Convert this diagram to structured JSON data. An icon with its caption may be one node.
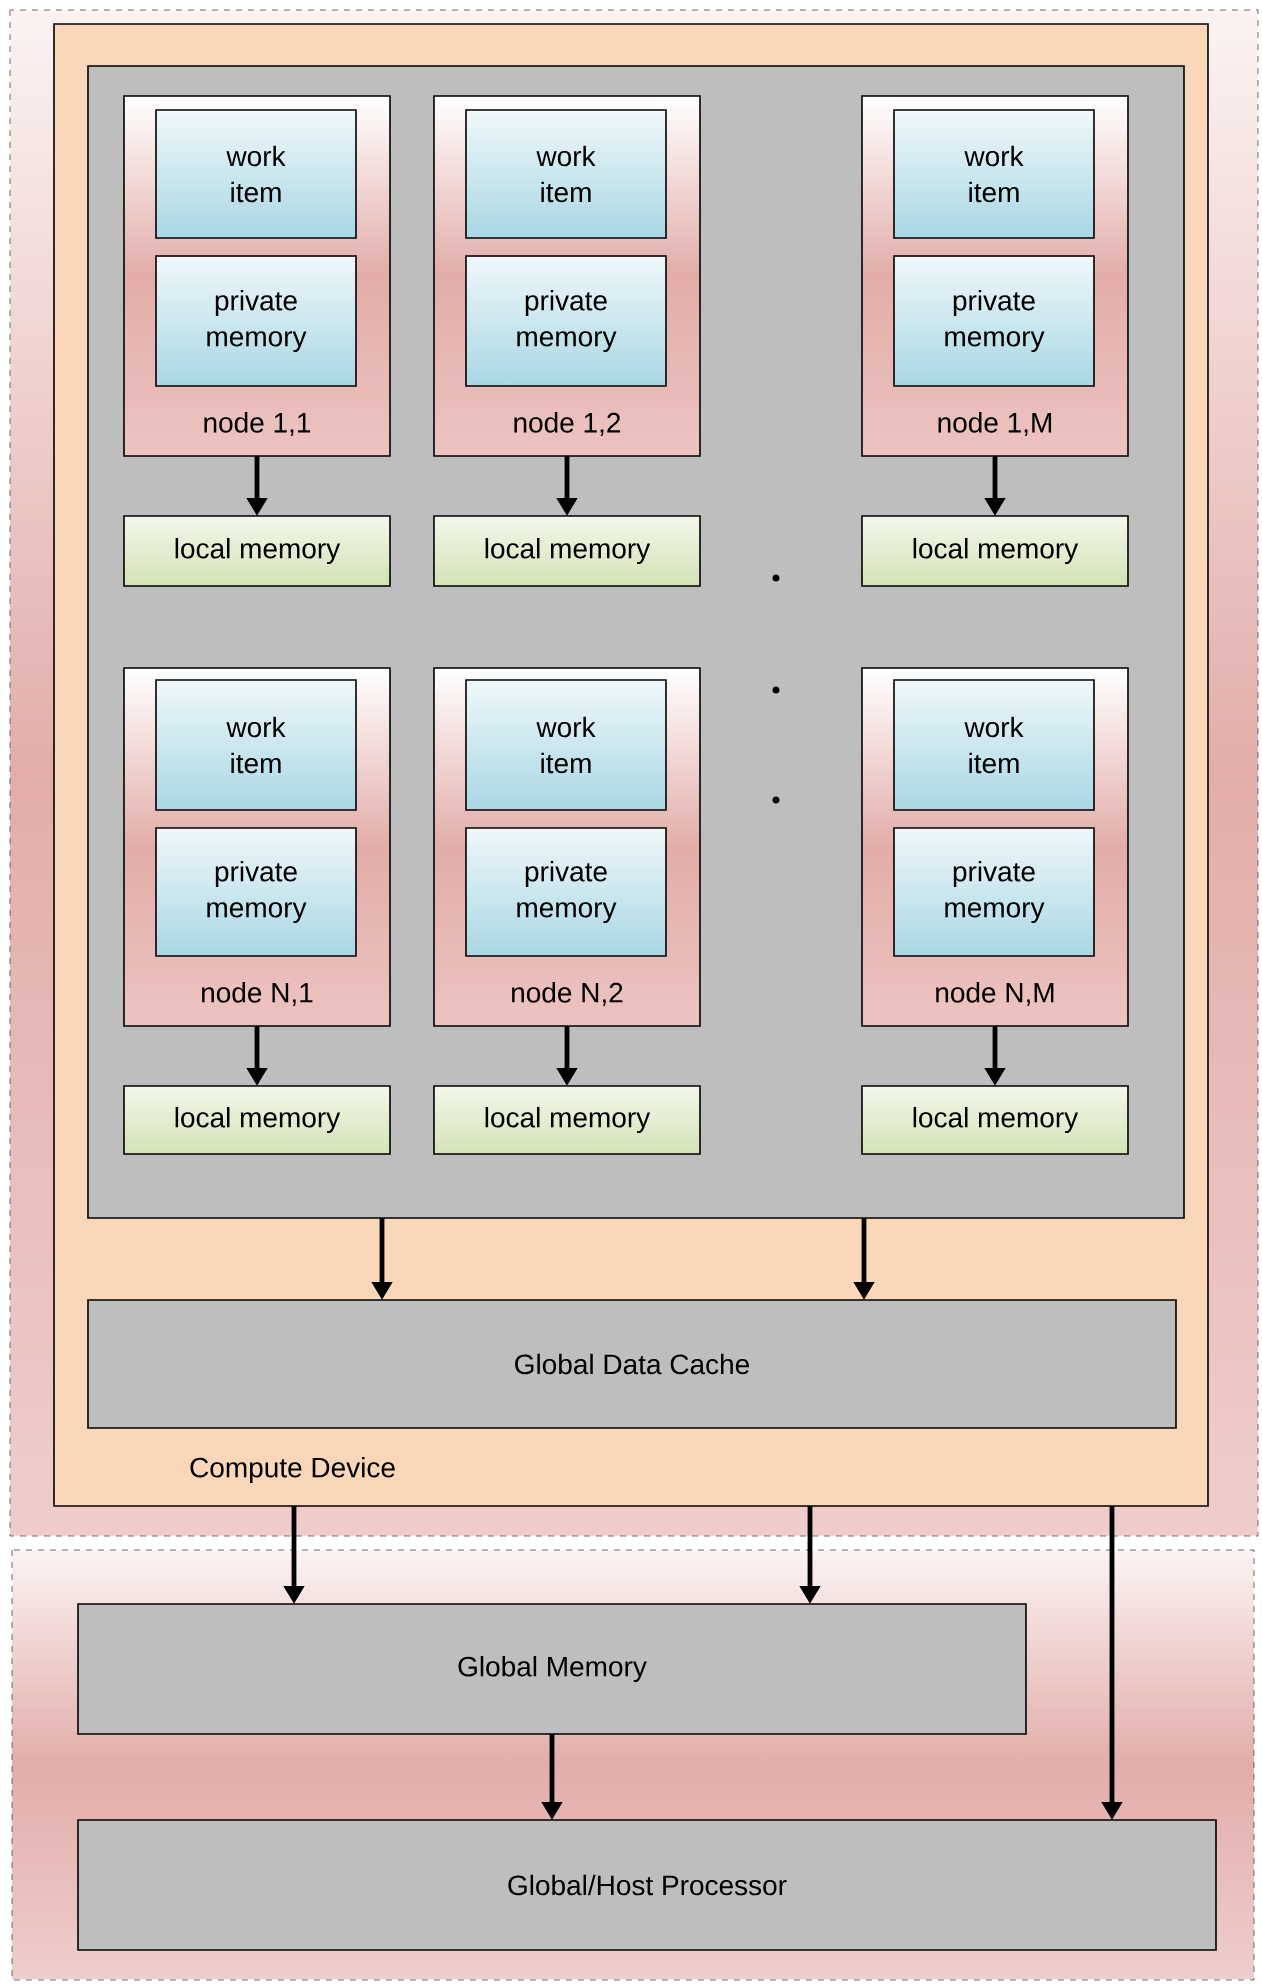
{
  "diagram": {
    "nodes": [
      {
        "text": [
          "Compute Device"
        ]
      },
      {
        "text": [],
        "shape": "box",
        "in": 0
      },
      {
        "text": [
          "node 1,1"
        ],
        "in": 1
      },
      {
        "text": [
          "work item"
        ],
        "in": 2
      },
      {
        "text": [
          "private memory"
        ],
        "in": 2
      },
      {
        "text": [
          "local memory"
        ],
        "in": 1
      },
      {
        "text": [
          "node 1,2"
        ],
        "in": 1
      },
      {
        "text": [
          "work item"
        ],
        "in": 6
      },
      {
        "text": [
          "private memory"
        ],
        "in": 6
      },
      {
        "text": [
          "local memory"
        ],
        "in": 1
      },
      {
        "text": [
          "node 1,M"
        ],
        "in": 1
      },
      {
        "text": [
          "work item"
        ],
        "in": 10
      },
      {
        "text": [
          "private memory"
        ],
        "in": 10
      },
      {
        "text": [
          "local memory"
        ],
        "in": 1
      },
      {
        "text": [
          "node N,1"
        ],
        "in": 1
      },
      {
        "text": [
          "work item"
        ],
        "in": 14
      },
      {
        "text": [
          "private memory"
        ],
        "in": 14
      },
      {
        "text": [
          "local memory"
        ],
        "in": 1
      },
      {
        "text": [
          "node N,2"
        ],
        "in": 1
      },
      {
        "text": [
          "work item"
        ],
        "in": 18
      },
      {
        "text": [
          "private memory"
        ],
        "in": 18
      },
      {
        "text": [
          "local memory"
        ],
        "in": 1
      },
      {
        "text": [
          "node N,M"
        ],
        "in": 1
      },
      {
        "text": [
          "work item"
        ],
        "in": 22
      },
      {
        "text": [
          "private memory"
        ],
        "in": 22
      },
      {
        "text": [
          "local memory"
        ],
        "in": 1
      },
      {
        "text": [
          "Global Data Cache"
        ],
        "in": 0
      },
      {
        "text": [
          "Global Memory"
        ]
      },
      {
        "text": [
          "Global/Host Processor"
        ]
      }
    ],
    "edges": [
      {
        "from": 2,
        "to": 5,
        "arrow": "to"
      },
      {
        "from": 6,
        "to": 9,
        "arrow": "to"
      },
      {
        "from": 10,
        "to": 13,
        "arrow": "to"
      },
      {
        "from": 14,
        "to": 17,
        "arrow": "to"
      },
      {
        "from": 18,
        "to": 21,
        "arrow": "to"
      },
      {
        "from": 22,
        "to": 25,
        "arrow": "to"
      },
      {
        "from": 1,
        "to": 26,
        "arrow": "to"
      },
      {
        "from": 1,
        "to": 26,
        "arrow": "to"
      },
      {
        "from": 0,
        "to": 27,
        "arrow": "to"
      },
      {
        "from": 0,
        "to": 27,
        "arrow": "to"
      },
      {
        "from": 0,
        "to": 28,
        "arrow": "to"
      },
      {
        "from": 27,
        "to": 28,
        "arrow": "to"
      }
    ]
  }
}
